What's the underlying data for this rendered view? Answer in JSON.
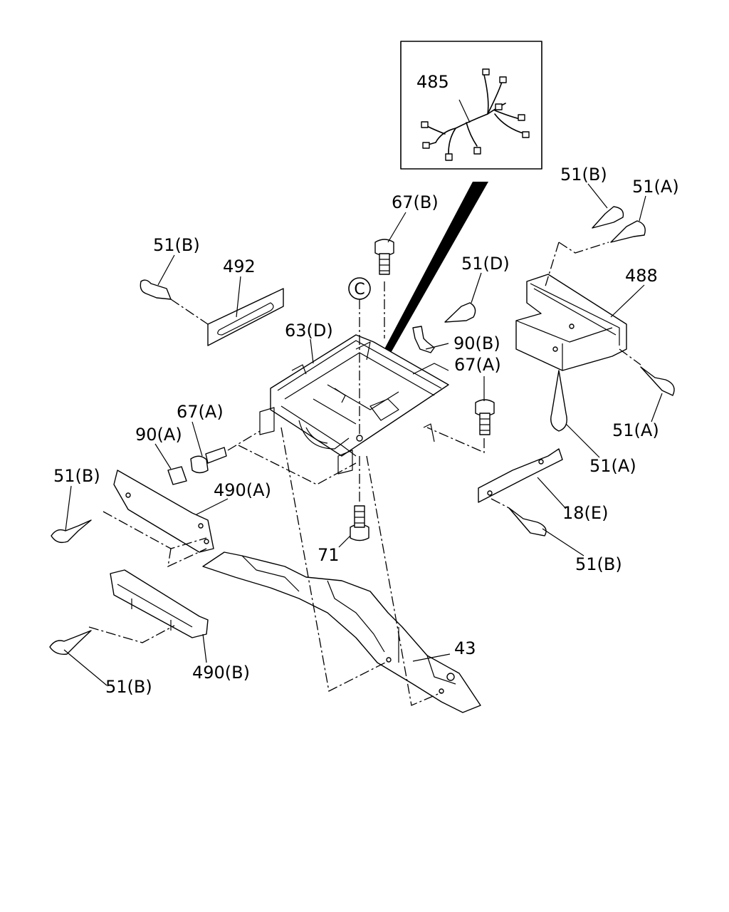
{
  "labels": {
    "l485": "485",
    "l51B_tr": "51(B)",
    "l51A_tr": "51(A)",
    "l67B": "67(B)",
    "l51B_tl": "51(B)",
    "l492": "492",
    "l51D": "51(D)",
    "l488": "488",
    "l63D": "63(D)",
    "l90B": "90(B)",
    "l67A_r": "67(A)",
    "l51A_r1": "51(A)",
    "l51A_r2": "51(A)",
    "l67A_l": "67(A)",
    "l90A": "90(A)",
    "l51B_l": "51(B)",
    "l490A": "490(A)",
    "l18E": "18(E)",
    "l51B_r": "51(B)",
    "l71": "71",
    "l43": "43",
    "l490B": "490(B)",
    "l51B_bl": "51(B)"
  },
  "callout_c": "C"
}
